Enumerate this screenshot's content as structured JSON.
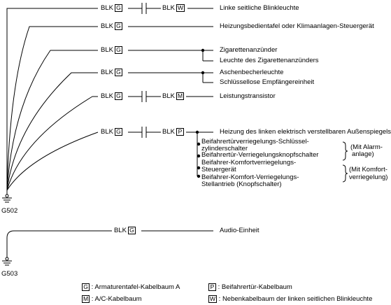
{
  "ground_points": [
    {
      "id": "G502"
    },
    {
      "id": "G503"
    }
  ],
  "wire_color": "BLK",
  "connectors": {
    "G": "G",
    "W": "W",
    "M": "M",
    "P": "P"
  },
  "circuits": [
    {
      "label": "Linke seitliche Blinkleuchte"
    },
    {
      "label": "Heizungsbedientafel oder Klimaanlagen-Steuergerät"
    },
    {
      "label": "Zigarettenanzünder"
    },
    {
      "label": "Leuchte des Zigarettenanzünders"
    },
    {
      "label": "Aschenbecherleuchte"
    },
    {
      "label": "Schlüssellose Empfängereinheit"
    },
    {
      "label": "Leistungstransistor"
    },
    {
      "label": "Heizung des linken elektrisch verstellbaren Außenspiegels"
    },
    {
      "label_line1": "Beifahrertürverriegelungs-Schlüssel-",
      "label_line2": "zylinderschalter"
    },
    {
      "label": "Beifahrertür-Verriegelungsknopfschalter"
    },
    {
      "label_line1": "Beifahrer-Komfortverriegelungs-",
      "label_line2": "Steuergerät"
    },
    {
      "label_line1": "Beifahrer-Komfort-Verriegelungs-",
      "label_line2": "Stellantrieb (Knopfschalter)"
    },
    {
      "label": "Audio-Einheit"
    }
  ],
  "notes": {
    "alarm_line1": "(Mit Alarm-",
    "alarm_line2": "anlage)",
    "comfort_line1": "(Mit Komfort-",
    "comfort_line2": "verriegelung)"
  },
  "legend": [
    {
      "code": "G",
      "text": ": Armaturentafel-Kabelbaum A"
    },
    {
      "code": "P",
      "text": ": Beifahrertür-Kabelbaum"
    },
    {
      "code": "M",
      "text": ": A/C-Kabelbaum"
    },
    {
      "code": "W",
      "text": ": Nebenkabelbaum der linken seitlichen Blinkleuchte"
    }
  ]
}
